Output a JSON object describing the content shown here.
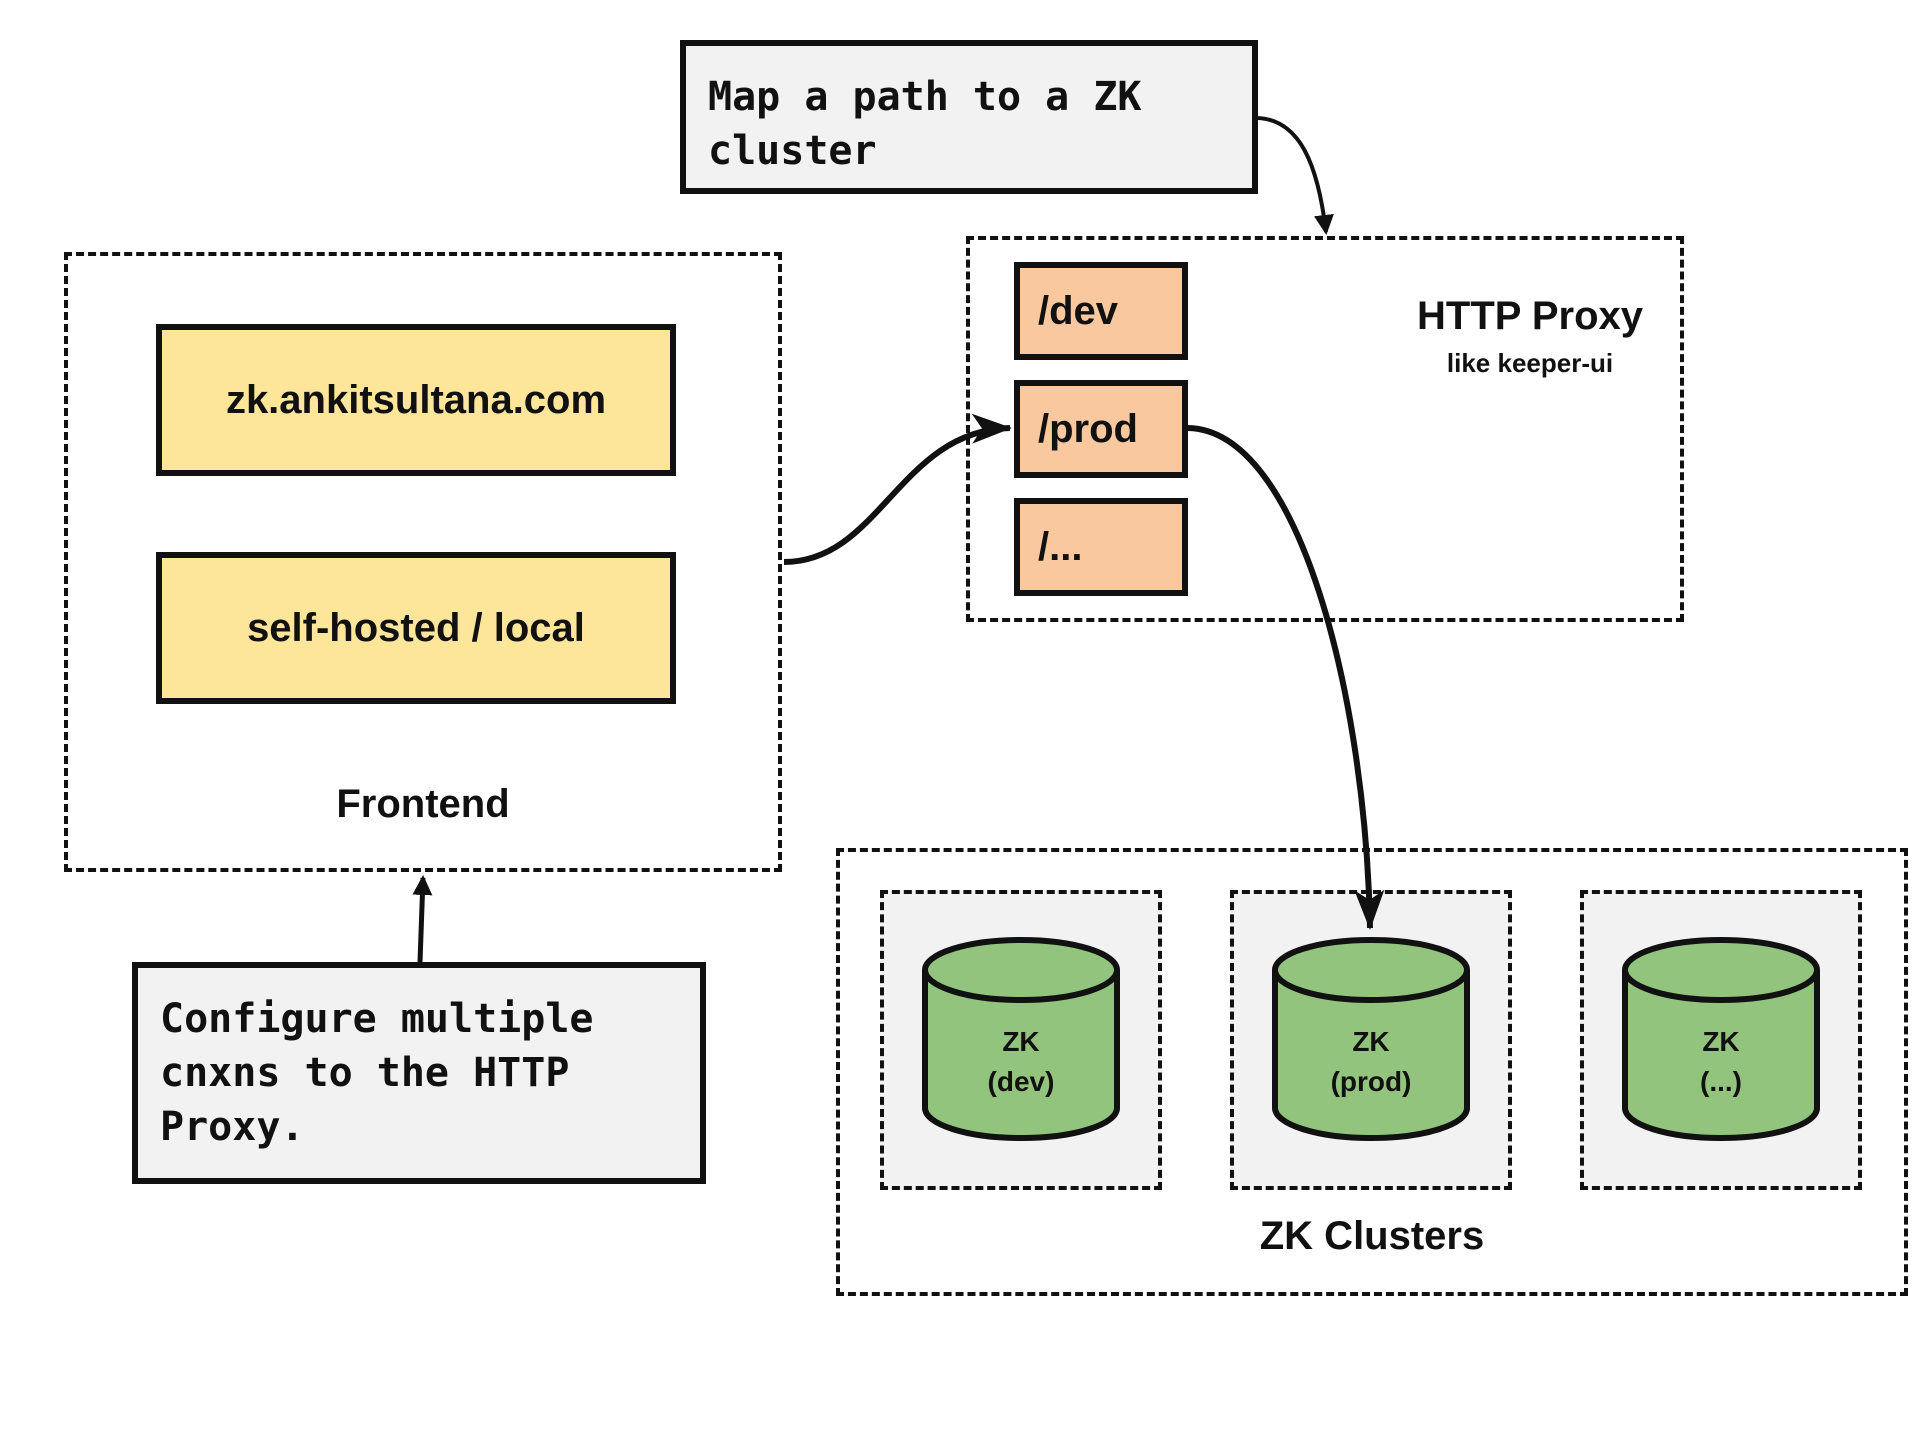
{
  "notes": {
    "path_map": "Map a path to a ZK\ncluster",
    "configure": "Configure multiple\ncnxns to the HTTP\nProxy."
  },
  "frontend": {
    "title": "Frontend",
    "items": [
      "zk.ankitsultana.com",
      "self-hosted / local"
    ]
  },
  "proxy": {
    "title": "HTTP Proxy",
    "subtitle": "like keeper-ui",
    "routes": [
      "/dev",
      "/prod",
      "/..."
    ]
  },
  "clusters": {
    "title": "ZK Clusters",
    "items": [
      {
        "name": "ZK",
        "env": "(dev)"
      },
      {
        "name": "ZK",
        "env": "(prod)"
      },
      {
        "name": "ZK",
        "env": "(...)"
      }
    ]
  },
  "colors": {
    "frontend_item": "#fde59a",
    "route": "#f9c89f",
    "cylinder": "#93c47d",
    "note_bg": "#f2f2f2",
    "cluster_bg": "#f2f2f2",
    "stroke": "#111111"
  }
}
